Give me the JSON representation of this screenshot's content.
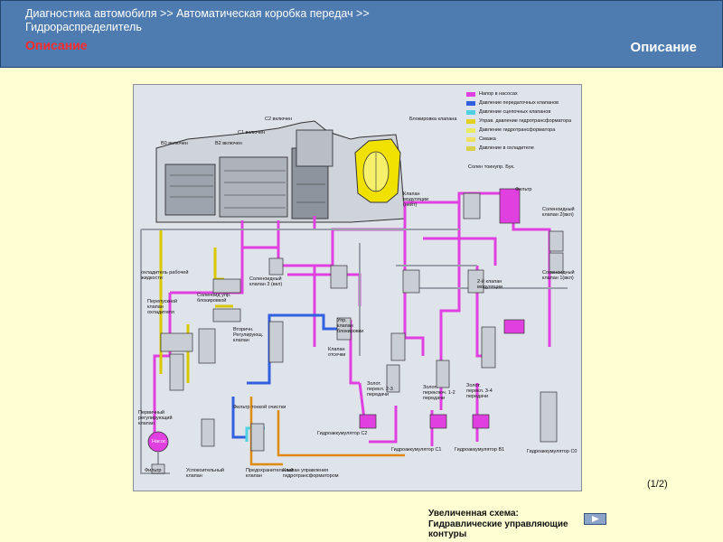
{
  "header": {
    "breadcrumb": "Диагностика автомобиля >> Автоматическая коробка передач >> Гидрораспределитель",
    "title_left": "Описание",
    "title_right": "Описание"
  },
  "diagram": {
    "legend": [
      {
        "label": "Напор в насосах",
        "color": "#e040e0"
      },
      {
        "label": "Давление передаточных клапанов",
        "color": "#3060e0"
      },
      {
        "label": "Давление сцепочных клапанов",
        "color": "#50d0e0"
      },
      {
        "label": "Управ. давление гидротрансформатора",
        "color": "#e0d020"
      },
      {
        "label": "Давление гидротрансформатора",
        "color": "#ecec60"
      },
      {
        "label": "Смазка",
        "color": "#f0e060"
      },
      {
        "label": "Давление в охладителе",
        "color": "#d8d048"
      }
    ],
    "labels": {
      "b0": "B0 включен",
      "b2": "B2 включен",
      "c1": "C1 включен",
      "c2": "C2 включен",
      "lockup_clutch": "Блокировка клапана",
      "solenoid_lockup": "Солен тоинупр. Бук.",
      "mod_valve": "Клапан модуляции (нейт)",
      "filter_top": "Фильтр",
      "sol2": "Соленоидный клапан 2(вкл)",
      "sol1": "Соленоидный клапан 1(вкл)",
      "sol3": "Соленоидный клапан 3 (вкл)",
      "cooler": "охладитель рабочей жидкости",
      "bypass": "Перепускной клапан охладителя",
      "lockup_sol": "Соленоид упр. блокировкой",
      "sec_reg": "Вторичн. Регулирующ. клапан",
      "lockup_ctrl": "Упр. клапан блокировки",
      "cutoff": "Клапан отсечки",
      "mod2": "2-й клапан модуляции",
      "shift23": "Золот. перекл. 2-3 передачи",
      "shift12": "Золот. переключ. 1-2 передачи",
      "shift34": "Золот. перекл. 3-4 передачи",
      "primary_reg": "Первичный регулирующий клапан",
      "pump": "Насос",
      "filter_mid": "Фильтр тонкой очистки",
      "acc_c2": "Гидроаккумулятор C2",
      "acc_c1": "Гидроаккумулятор C1",
      "acc_b1": "Гидроаккумулятор B1",
      "acc_c0": "Гидроаккумулятор C0",
      "filter_bottom": "Фильтр",
      "check_valve": "Успокоительный клапан",
      "relief_valve": "Предохранительный клапан",
      "torque_conv": "Клапан управления гидротрансформатором"
    }
  },
  "page_indicator": "(1/2)",
  "footer": {
    "label": "Увеличенная схема: Гидравлические управляющие контуры"
  },
  "colors": {
    "header_bg": "#4e7bb0",
    "page_bg": "#fefed2",
    "title_accent": "#ff2a2a"
  }
}
